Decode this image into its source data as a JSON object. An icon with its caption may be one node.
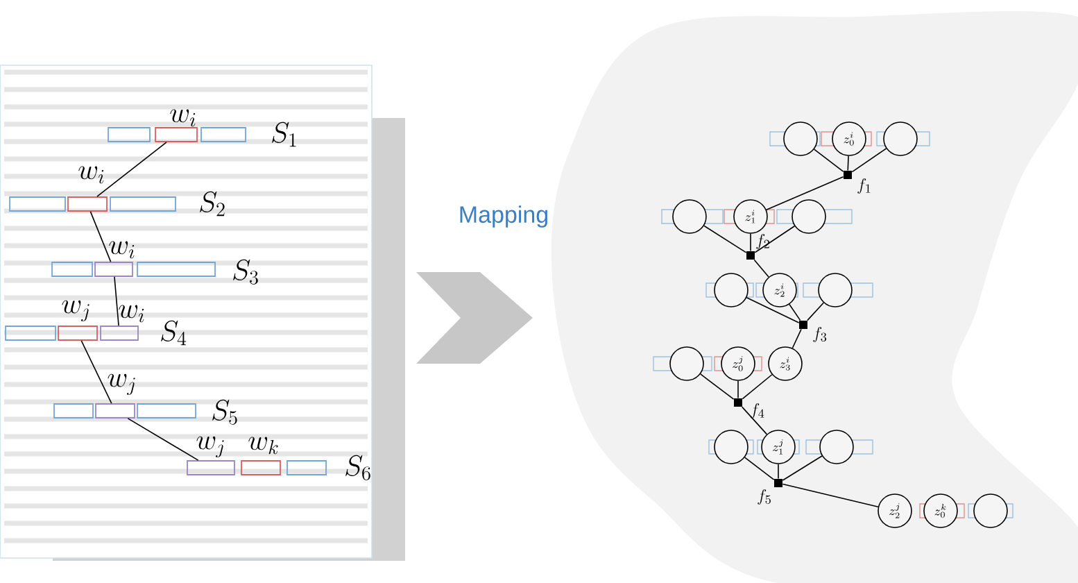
{
  "diagram": {
    "nodes": [
      {
        "text": [],
        "shape": "box"
      },
      {
        "text": [],
        "shape": "box"
      },
      {
        "text": [],
        "shape": "box"
      },
      {
        "text": [],
        "shape": "box"
      },
      {
        "text": [],
        "shape": "box"
      },
      {
        "text": [],
        "shape": "box"
      },
      {
        "text": [],
        "shape": "box"
      },
      {
        "text": [],
        "shape": "box"
      },
      {
        "text": [],
        "shape": "circle"
      },
      {
        "text": [
          "z^{i}_{0}"
        ]
      },
      {
        "text": [],
        "shape": "circle"
      },
      {
        "text": [],
        "shape": "box",
        "beside": [
          "f_1"
        ]
      },
      {
        "text": [],
        "shape": "circle"
      },
      {
        "text": [
          "z^{i}_{1}"
        ]
      },
      {
        "text": [],
        "shape": "circle"
      },
      {
        "text": [],
        "shape": "box",
        "beside": [
          "f_2"
        ]
      },
      {
        "text": [],
        "shape": "circle"
      },
      {
        "text": [
          "z^{i}_{2}"
        ]
      },
      {
        "text": [],
        "shape": "circle"
      },
      {
        "text": [],
        "shape": "box",
        "beside": [
          "f_3"
        ]
      },
      {
        "text": [],
        "shape": "circle"
      },
      {
        "text": [
          "z^{j}_{0}"
        ]
      },
      {
        "text": [
          "z^{i}_{3}"
        ]
      },
      {
        "text": [],
        "shape": "box",
        "beside": [
          "f_4"
        ]
      },
      {
        "text": [],
        "shape": "circle"
      },
      {
        "text": [
          "z^{j}_{1}"
        ]
      },
      {
        "text": [],
        "shape": "circle"
      },
      {
        "text": [],
        "shape": "box",
        "beside": [
          "f_5"
        ]
      },
      {
        "text": [
          "z^{j}_{2}"
        ]
      },
      {
        "text": [
          "z^{k}_{0}"
        ]
      },
      {
        "text": [],
        "shape": "circle"
      }
    ],
    "edges": [
      {
        "from": 0,
        "to": 1,
        "arrow": "none"
      },
      {
        "from": 1,
        "to": 2,
        "arrow": "none"
      },
      {
        "from": 2,
        "to": 3,
        "arrow": "none"
      },
      {
        "from": 4,
        "to": 5,
        "arrow": "none"
      },
      {
        "from": 5,
        "to": 6,
        "arrow": "none"
      },
      {
        "from": 8,
        "to": 11,
        "arrow": "none"
      },
      {
        "from": 9,
        "to": 11,
        "arrow": "none"
      },
      {
        "from": 10,
        "to": 11,
        "arrow": "none"
      },
      {
        "from": 11,
        "to": 13,
        "arrow": "none"
      },
      {
        "from": 12,
        "to": 15,
        "arrow": "none"
      },
      {
        "from": 13,
        "to": 15,
        "arrow": "none"
      },
      {
        "from": 14,
        "to": 15,
        "arrow": "none"
      },
      {
        "from": 15,
        "to": 17,
        "arrow": "none"
      },
      {
        "from": 16,
        "to": 19,
        "arrow": "none"
      },
      {
        "from": 17,
        "to": 19,
        "arrow": "none"
      },
      {
        "from": 18,
        "to": 19,
        "arrow": "none"
      },
      {
        "from": 19,
        "to": 22,
        "arrow": "none"
      },
      {
        "from": 20,
        "to": 23,
        "arrow": "none"
      },
      {
        "from": 21,
        "to": 23,
        "arrow": "none"
      },
      {
        "from": 22,
        "to": 23,
        "arrow": "none"
      },
      {
        "from": 23,
        "to": 25,
        "arrow": "none"
      },
      {
        "from": 24,
        "to": 27,
        "arrow": "none"
      },
      {
        "from": 25,
        "to": 27,
        "arrow": "none"
      },
      {
        "from": 26,
        "to": 27,
        "arrow": "none"
      },
      {
        "from": 27,
        "to": 28,
        "arrow": "none"
      }
    ],
    "labels": [
      "w_i",
      "S_1",
      "w_i",
      "S_2",
      "Mapping",
      "w_i",
      "S_3",
      "w_j",
      "w_i",
      "S_4",
      "w_j",
      "S_5",
      "w_j",
      "w_k",
      "S_6"
    ]
  }
}
